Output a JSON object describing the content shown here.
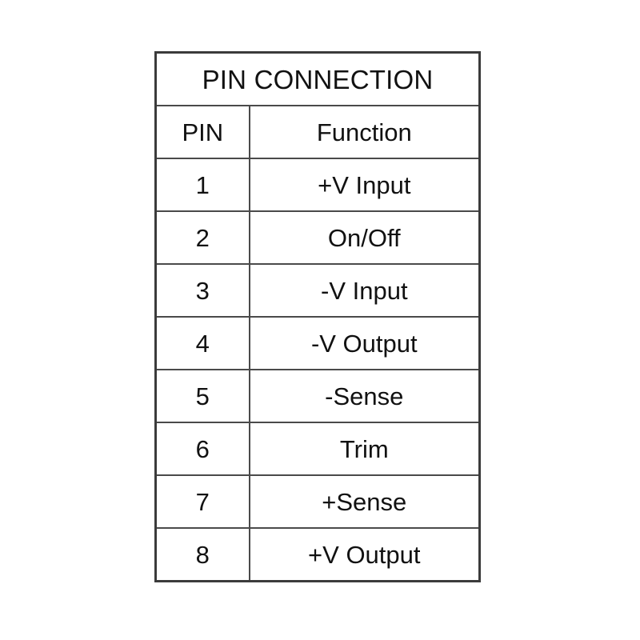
{
  "table": {
    "title": "PIN CONNECTION",
    "columns": {
      "pin": "PIN",
      "function": "Function"
    },
    "rows": [
      {
        "pin": "1",
        "function": "+V Input"
      },
      {
        "pin": "2",
        "function": "On/Off"
      },
      {
        "pin": "3",
        "function": "-V Input"
      },
      {
        "pin": "4",
        "function": "-V Output"
      },
      {
        "pin": "5",
        "function": "-Sense"
      },
      {
        "pin": "6",
        "function": "Trim"
      },
      {
        "pin": "7",
        "function": "+Sense"
      },
      {
        "pin": "8",
        "function": "+V Output"
      }
    ]
  },
  "style": {
    "background": "#ffffff",
    "border_color": "#3b3b3b",
    "text_color": "#111111"
  }
}
